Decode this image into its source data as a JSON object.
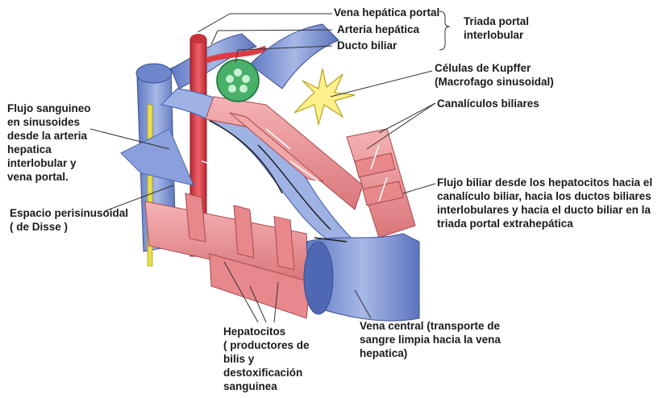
{
  "labels": {
    "vena_hepatica_portal": "Vena hepática portal",
    "arteria_hepatica": "Arteria hepática",
    "ducto_biliar": "Ducto biliar",
    "triada": "Triada portal\ninterlobular",
    "kupffer": "Células de Kupffer\n(Macrofago sinusoidal)",
    "canaliculos": "Canalículos biliares",
    "flujo_sanguineo": "Flujo sanguineo\nen sinusoides\ndesde la arteria\nhepatica\ninterlobular y\nvena portal.",
    "espacio": "Espacio perisinusoidal\n( de Disse )",
    "flujo_biliar": "Flujo biliar desde los hepatocitos hacia el\ncanalículo biliar, hacia los ductos biliares\ninterlobulares y hacia el ducto biliar en la\ntriada portal extrahepática",
    "hepatocitos": "Hepatocitos\n( productores de\nbilis y\ndestoxificación\nsanguinea",
    "vena_central": "Vena central (transporte de\nsangre limpia hacia la vena\nhepatica)"
  },
  "colors": {
    "vein": "#7f96d2",
    "vein_dark": "#4f68b4",
    "artery": "#de3c44",
    "duct": "#3aa55a",
    "hepatocyte": "#ee9a9c",
    "hepatocyte_dark": "#cf6468",
    "kupffer": "#fff08a",
    "bile": "#e9df4a",
    "leader": "#333333"
  }
}
